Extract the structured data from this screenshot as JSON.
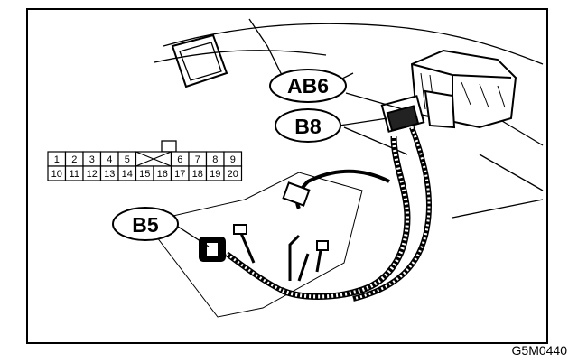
{
  "figure_id": "G5M0440",
  "connector_labels": {
    "ab6": "AB6",
    "b8": "B8",
    "b5": "B5"
  },
  "pin_grid": {
    "top_row": [
      "1",
      "2",
      "3",
      "4",
      "5",
      "",
      "6",
      "7",
      "8",
      "9"
    ],
    "bottom_row": [
      "10",
      "11",
      "12",
      "13",
      "14",
      "15",
      "16",
      "17",
      "18",
      "19",
      "20"
    ]
  }
}
